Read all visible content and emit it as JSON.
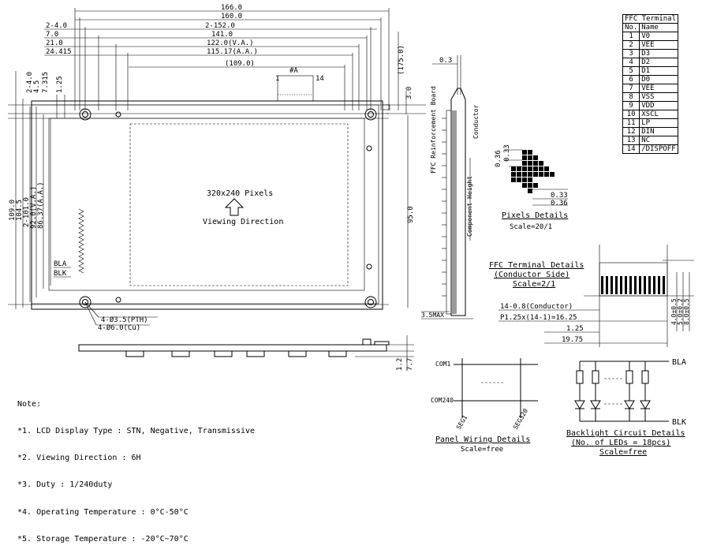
{
  "front_view": {
    "top_dims": [
      "166.0",
      "160.0",
      "2-4.0",
      "2-152.0",
      "7.0",
      "141.0",
      "21.0",
      "122.0(V.A.)",
      "24.415",
      "115.17(A.A.)",
      "(109.0)"
    ],
    "right_dims": [
      "(175.0)",
      "3.0"
    ],
    "left_dims": [
      "2-4.0",
      "4.5",
      "7.315",
      "1.25",
      "109.0",
      "104.5",
      "2-101.0",
      "92.0(V.A.)",
      "86.37(A.A.)"
    ],
    "center_label": "320x240 Pixels",
    "viewing_label": "Viewing Direction",
    "pin_marks": {
      "a": "#A",
      "one": "1",
      "fourteen": "14"
    },
    "bla": "BLA",
    "blk": "BLK",
    "hole_pth": "4-Ø3.5(PTH)",
    "hole_cu": "4-Ø6.0(Cu)",
    "side_height_dim": "95.0"
  },
  "side_view": {
    "dim_top": "0.3",
    "pcb_label": "FFC Reinforcement Board",
    "conductor": "Conductor",
    "component_height": "Component Height",
    "max_label": "3.5MAX"
  },
  "bottom_view": {
    "dims": [
      "1.2",
      "7.7"
    ]
  },
  "pixel_details": {
    "dims": [
      "0.36",
      "0.33",
      "0.33",
      "0.36"
    ],
    "title": "Pixels Details",
    "scale": "Scale=20/1"
  },
  "ffc_details": {
    "title": "FFC Terminal Details",
    "sub": "(Conductor Side)",
    "scale": "Scale=2/1",
    "dims": [
      "14-0.8(Conductor)",
      "P1.25x(14-1)=16.25",
      "1.25",
      "19.75"
    ],
    "right_dims": [
      "4.0±0.5",
      "5.0±0.2",
      "8.0±0.5"
    ]
  },
  "panel_wiring": {
    "com1": "COM1",
    "com240": "COM240",
    "seg1": "SEG1",
    "seg320": "SEG320",
    "title": "Panel Wiring Details",
    "scale": "Scale=free"
  },
  "backlight": {
    "bla": "BLA",
    "blk": "BLK",
    "title": "Backlight Circuit Details",
    "sub": "(No. of LEDs = 18pcs)",
    "scale": "Scale=free"
  },
  "ffc_table": {
    "caption": "FFC Terminal",
    "headers": [
      "No.",
      "Name"
    ],
    "rows": [
      [
        "1",
        "V0"
      ],
      [
        "2",
        "VEE"
      ],
      [
        "3",
        "D3"
      ],
      [
        "4",
        "D2"
      ],
      [
        "5",
        "D1"
      ],
      [
        "6",
        "D0"
      ],
      [
        "7",
        "VEE"
      ],
      [
        "8",
        "VSS"
      ],
      [
        "9",
        "VDD"
      ],
      [
        "10",
        "XSCL"
      ],
      [
        "11",
        "LP"
      ],
      [
        "12",
        "DIN"
      ],
      [
        "13",
        "NC"
      ],
      [
        "14",
        "/DISPOFF"
      ]
    ]
  },
  "notes": {
    "title": "Note:",
    "items": [
      "*1. LCD Display Type : STN, Negative, Transmissive",
      "*2. Viewing Direction : 6H",
      "*3. Duty : 1/240duty",
      "*4. Operating Temperature : 0°C-50°C",
      "*5. Storage Temperature : -20°C~70°C"
    ]
  }
}
